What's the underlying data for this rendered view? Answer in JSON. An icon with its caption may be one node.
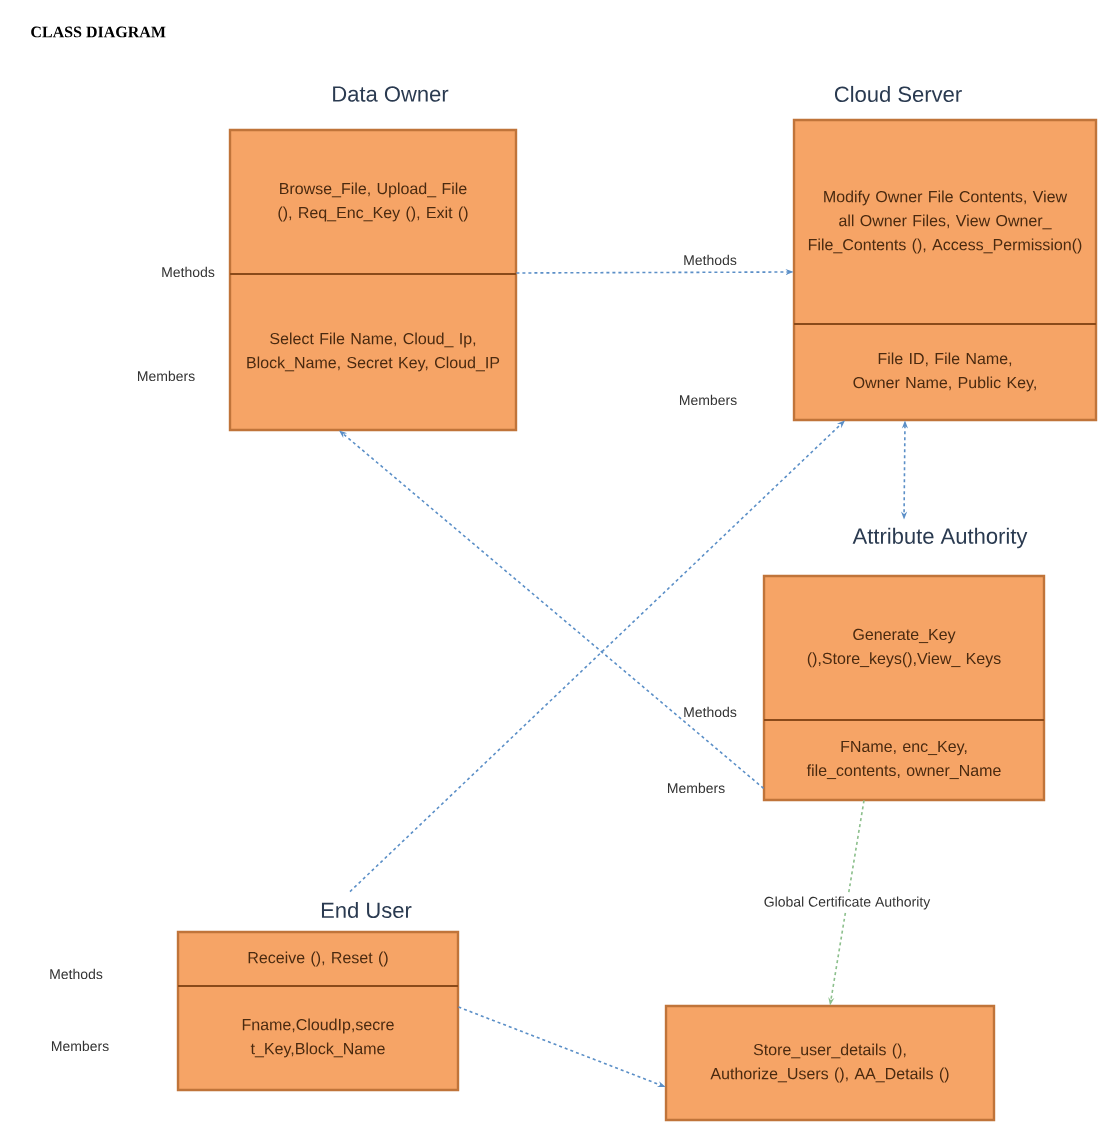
{
  "diagram": {
    "title": "CLASS DIAGRAM",
    "nodes": [
      {
        "text": [
          "Data Owner",
          "Browse_File, Upload_ File (), Req_Enc_Key (), Exit ()",
          "Select File Name, Cloud_ Ip, Block_Name, Secret Key, Cloud_IP"
        ]
      },
      {
        "text": [
          "Cloud Server",
          "Modify Owner File Contents, View all Owner Files, View Owner_ File_Contents (), Access_Permission()",
          "File ID, File Name, Owner Name, Public Key,"
        ]
      },
      {
        "text": [
          "Attribute Authority",
          "Generate_Key (),Store_keys(),View_ Keys",
          "FName, enc_Key, file_contents, owner_Name"
        ]
      },
      {
        "text": [
          "End User",
          "Receive (), Reset ()",
          "Fname,CloudIp,secre t_Key,Block_Name"
        ]
      },
      {
        "text": [
          "Store_user_details (), Authorize_Users (), AA_Details ()"
        ]
      }
    ],
    "edges": [
      {
        "from": 0,
        "to": 1,
        "arrow": "to"
      },
      {
        "from": 2,
        "to": 0,
        "arrow": "to"
      },
      {
        "from": 3,
        "to": 1,
        "arrow": "to"
      },
      {
        "from": 1,
        "to": 2,
        "arrow": "both"
      },
      {
        "from": 2,
        "to": 4,
        "arrow": "to",
        "label": "Global Certificate Authority",
        "color": "#8cbf8c"
      },
      {
        "from": 3,
        "to": 4,
        "arrow": "to"
      }
    ],
    "labels": [
      "Methods",
      "Methods",
      "Members",
      "Members",
      "Methods",
      "Members",
      "Methods",
      "Members"
    ]
  }
}
